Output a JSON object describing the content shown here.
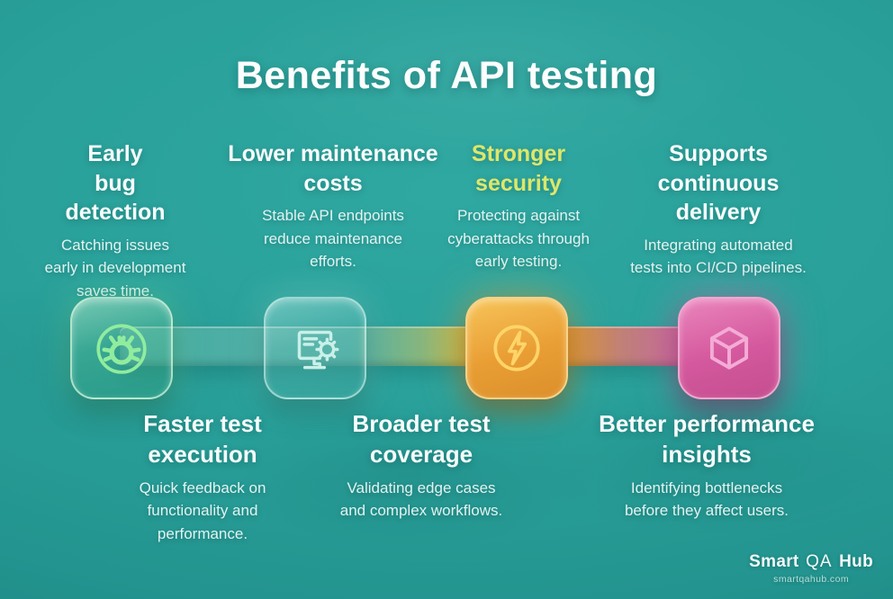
{
  "title": "Benefits of API testing",
  "colors": {
    "background": "#29a09a",
    "accent_yellow": "#dde76b",
    "green_node": "#7ce08f",
    "teal_node": "#9adfd6",
    "orange_node": "#eda43c",
    "pink_node": "#d9629f"
  },
  "top_benefits": [
    {
      "heading": "Early\nbug\ndetection",
      "description": "Catching issues\nearly in development\nsaves time."
    },
    {
      "heading": "Lower maintenance\ncosts",
      "description": "Stable API endpoints\nreduce maintenance\nefforts."
    },
    {
      "heading": "Stronger\nsecurity",
      "description": "Protecting against\ncyberattacks through\nearly testing."
    },
    {
      "heading": "Supports\ncontinuous\ndelivery",
      "description": "Integrating automated\ntests into CI/CD pipelines."
    }
  ],
  "bottom_benefits": [
    {
      "heading": "Faster test\nexecution",
      "description": "Quick feedback on\nfunctionality and\nperformance."
    },
    {
      "heading": "Broader test\ncoverage",
      "description": "Validating edge cases\nand complex workflows."
    },
    {
      "heading": "Better performance\ninsights",
      "description": "Identifying bottlenecks\nbefore they affect users."
    }
  ],
  "icons": [
    "bug-icon",
    "monitor-gear-icon",
    "lightning-icon",
    "cube-icon"
  ],
  "footer": {
    "brand_smart": "Smart",
    "brand_qa": "QA",
    "brand_hub": "Hub",
    "website": "smartqahub.com"
  }
}
